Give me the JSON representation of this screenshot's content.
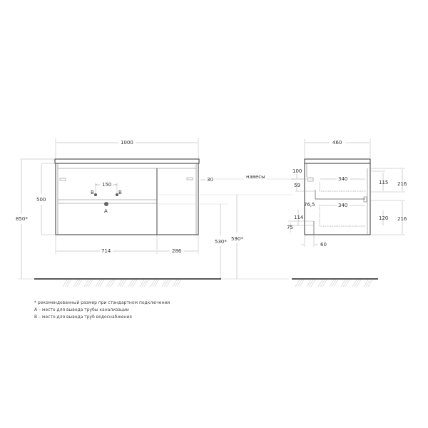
{
  "front_view": {
    "overall_width": "1000",
    "cabinet_height": "500",
    "total_height": "850*",
    "left_section_width": "714",
    "right_section_width": "286",
    "pipe_spacing": "150",
    "hinge_offset": "30",
    "outlet_b_left": "B",
    "outlet_b_right": "B",
    "outlet_a": "A",
    "drain_height": "530*",
    "water_height": "590*",
    "hinges_label": "навесы"
  },
  "side_view": {
    "depth": "460",
    "top_offset": "100",
    "hinge_gap": "59",
    "drawer1_depth": "340",
    "drawer2_depth": "340",
    "drawer1_inner_height": "115",
    "drawer2_inner_height": "120",
    "drawer1_height": "216",
    "drawer2_height": "216",
    "back_offset": "76,5",
    "lower_gap": "114",
    "bottom_gap": "75",
    "bottom_depth": "60"
  },
  "notes": {
    "line1": "* рекомендованный размер при стандартном подключении",
    "line2": "A – место для вывода трубы канализации",
    "line3": "B – место для вывода труб водоснабжения"
  },
  "colors": {
    "line": "#555555",
    "outline": "#333333",
    "dim_line": "#888888",
    "floor": "#222222",
    "hatch": "#aaaaaa"
  }
}
